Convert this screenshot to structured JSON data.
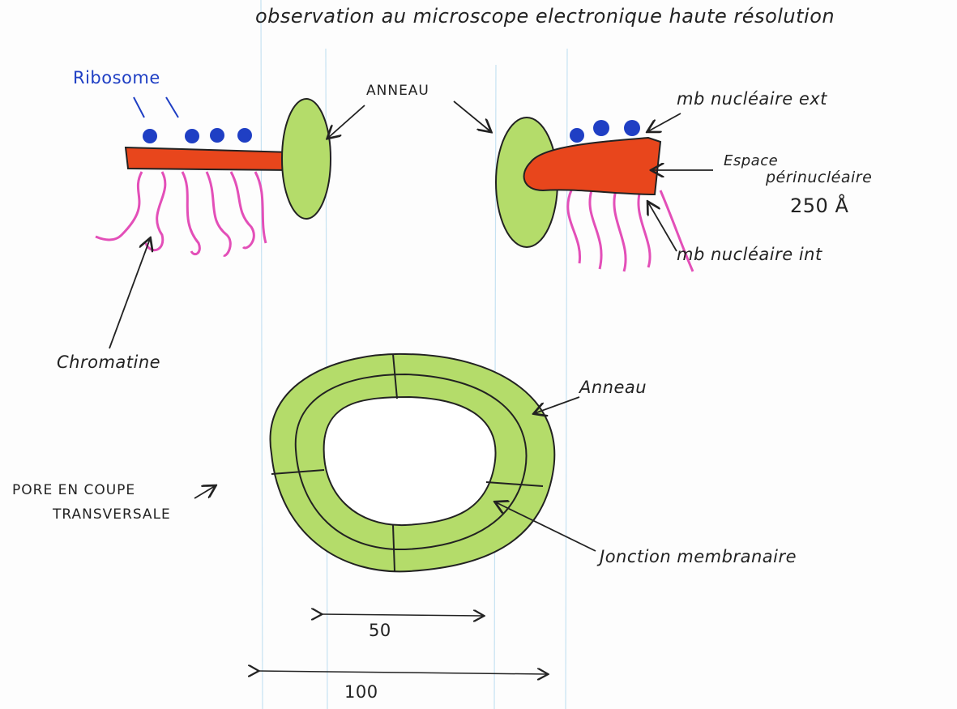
{
  "title": "observation au microscope electronique haute résolution",
  "labels": {
    "ribosome": "Ribosome",
    "anneau_top": "ANNEAU",
    "mb_ext": "mb nucléaire ext",
    "espace_line1": "Espace",
    "espace_line2": "périnucléaire",
    "espace_size": "250 Å",
    "mb_int": "mb nucléaire int",
    "chromatine": "Chromatine",
    "anneau_ring": "Anneau",
    "pore_line1": "PORE EN COUPE",
    "pore_line2": "TRANSVERSALE",
    "jonction": "Jonction membranaire",
    "dim_inner": "50",
    "dim_outer": "100"
  },
  "colors": {
    "ring": "#9fd24a",
    "membrane": "#e8461c",
    "ribosome": "#1f3fc4",
    "chromatin": "#e34fb8",
    "ink": "#222222",
    "guide": "#b8dcef"
  }
}
